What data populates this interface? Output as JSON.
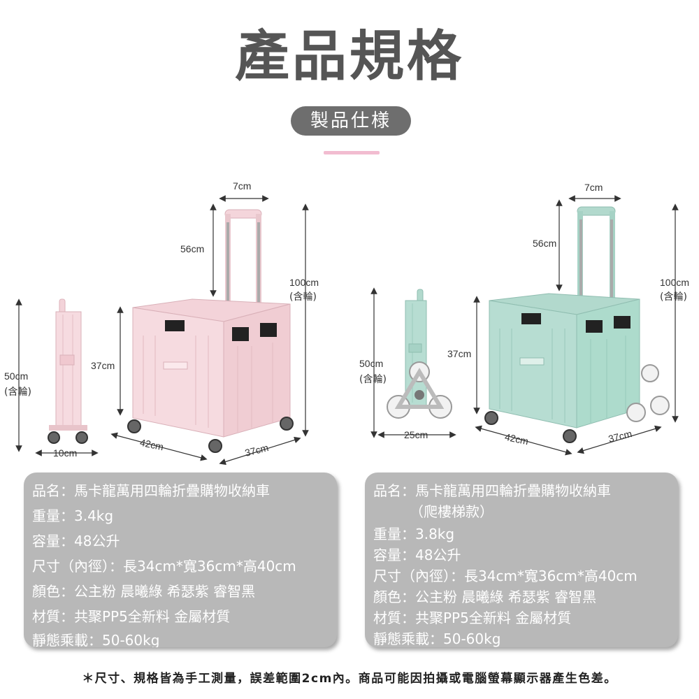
{
  "header": {
    "title": "產品規格",
    "subtitle": "製品仕様"
  },
  "dimensions": {
    "left": {
      "handle_width": "7cm",
      "handle_height": "56cm",
      "total_height": "100cm",
      "total_height_note": "(含輪)",
      "box_height": "37cm",
      "folded_height": "50cm",
      "folded_height_note": "(含輪)",
      "folded_depth": "10cm",
      "length": "42cm",
      "width": "37cm"
    },
    "right": {
      "handle_width": "7cm",
      "handle_height": "56cm",
      "total_height": "100cm",
      "total_height_note": "(含輪)",
      "box_height": "37cm",
      "folded_height": "50cm",
      "folded_height_note": "(含輪)",
      "folded_depth": "25cm",
      "length": "42cm",
      "width": "37cm"
    }
  },
  "colors": {
    "pink_cart": "#f6dbe0",
    "green_cart": "#b7ddd2",
    "card_bg": "#b8b8b8",
    "pill_bg": "#6e6e6e",
    "accent_line": "#f2bcd0"
  },
  "spec_left": [
    "品名：馬卡龍萬用四輪折疊購物收納車",
    "重量：3.4kg",
    "容量：48公升",
    "尺寸（內徑）：長34cm*寬36cm*高40cm",
    "顏色：公主粉 晨曦綠 希瑟紫 睿智黑",
    "材質：共聚PP5全新料 金屬材質",
    "靜態乘載：50-60kg"
  ],
  "spec_right": [
    "品名：馬卡龍萬用四輪折疊購物收納車",
    "（爬樓梯款）",
    "重量：3.8kg",
    "容量：48公升",
    "尺寸（內徑）：長34cm*寬36cm*高40cm",
    "顏色：公主粉 晨曦綠 希瑟紫 睿智黑",
    "材質：共聚PP5全新料 金屬材質",
    "靜態乘載：50-60kg"
  ],
  "footnote": "＊尺寸、規格皆為手工測量，誤差範圍2cm內。商品可能因拍攝或電腦螢幕顯示器產生色差。"
}
